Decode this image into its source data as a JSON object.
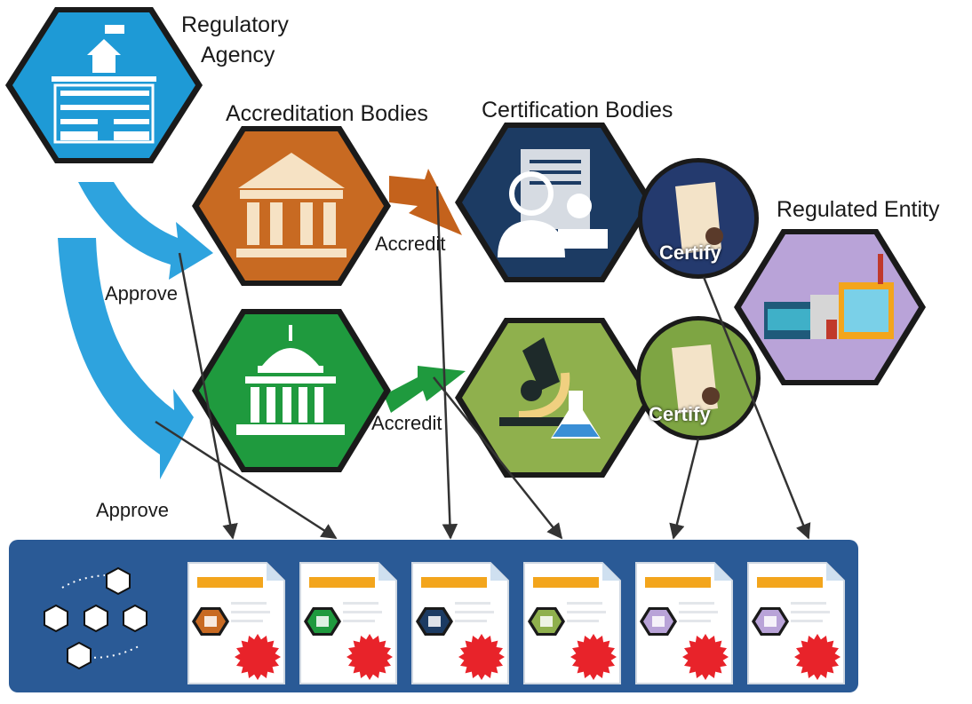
{
  "labels": {
    "regulatory_agency_line1": "Regulatory",
    "regulatory_agency_line2": "Agency",
    "accreditation_bodies": "Accreditation Bodies",
    "certification_bodies": "Certification Bodies",
    "regulated_entity": "Regulated Entity",
    "accredit_top": "Accredit",
    "accredit_bottom": "Accredit",
    "approve_top": "Approve",
    "approve_bottom": "Approve",
    "certify_top": "Certify",
    "certify_bottom": "Certify"
  },
  "colors": {
    "regulatory": "#1e9ad6",
    "accreditation_top": "#c86a22",
    "accreditation_bottom": "#1f9a3e",
    "certification_top": "#1c3b63",
    "certification_bottom": "#8fb04d",
    "regulated": "#b9a3d8",
    "ledger": "#2a5a96",
    "approve_arrow": "#2ea3de",
    "accredit_arrow_top": "#c4621c",
    "accredit_arrow_bottom": "#1f9a3e",
    "seal": "#e8232a",
    "doc_header": "#f3a51c"
  },
  "icons": {
    "regulatory": "government-building-icon",
    "accreditation_top": "courthouse-icon",
    "accreditation_bottom": "capitol-icon",
    "certification_top": "inspector-document-icon",
    "certification_bottom": "microscope-flask-icon",
    "regulated": "factory-icon",
    "ledger": "blockchain-cubes-icon"
  },
  "certificates": [
    {
      "icon": "courthouse-icon",
      "hex_color": "#c86a22"
    },
    {
      "icon": "capitol-icon",
      "hex_color": "#1f9a3e"
    },
    {
      "icon": "inspector-document-icon",
      "hex_color": "#1c3b63"
    },
    {
      "icon": "microscope-flask-icon",
      "hex_color": "#8fb04d"
    },
    {
      "icon": "factory-icon",
      "hex_color": "#b9a3d8"
    },
    {
      "icon": "factory-icon",
      "hex_color": "#b9a3d8"
    }
  ]
}
